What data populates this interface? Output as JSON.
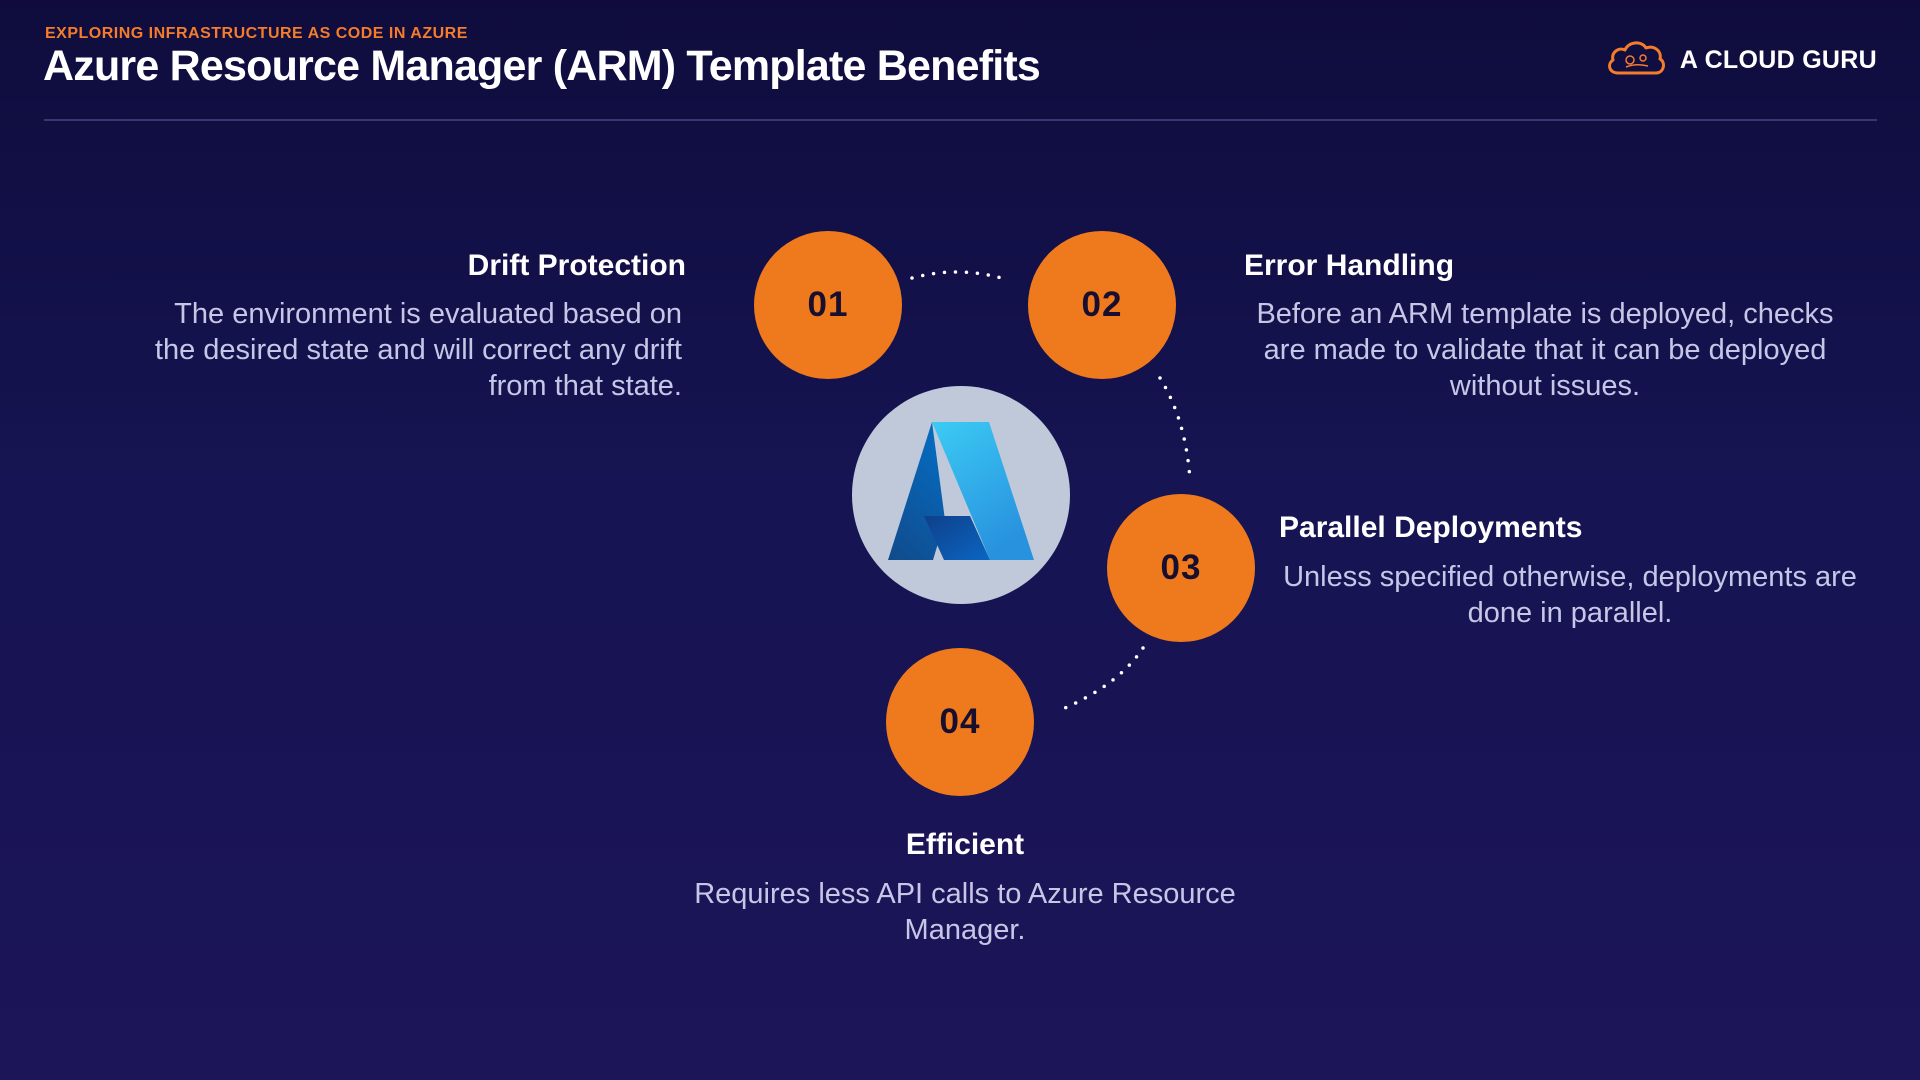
{
  "header": {
    "kicker": "EXPLORING INFRASTRUCTURE AS CODE IN AZURE",
    "title": "Azure Resource Manager (ARM) Template Benefits"
  },
  "brand": {
    "name": "A CLOUD GURU",
    "icon": "cloud-icon"
  },
  "hub": {
    "icon": "azure-logo"
  },
  "colors": {
    "accent": "#ef7a1e",
    "kicker": "#f47c2a",
    "background": "#161452",
    "description_text": "#c7c6e6"
  },
  "steps": [
    {
      "number": "01",
      "title": "Drift Protection",
      "description": "The environment is evaluated based on the desired state and will correct any drift from that state."
    },
    {
      "number": "02",
      "title": "Error Handling",
      "description": "Before an ARM template is deployed, checks are made to validate that it can be deployed without issues."
    },
    {
      "number": "03",
      "title": "Parallel Deployments",
      "description": "Unless specified otherwise, deployments are done in parallel."
    },
    {
      "number": "04",
      "title": "Efficient",
      "description": "Requires less API calls to Azure Resource Manager."
    }
  ]
}
